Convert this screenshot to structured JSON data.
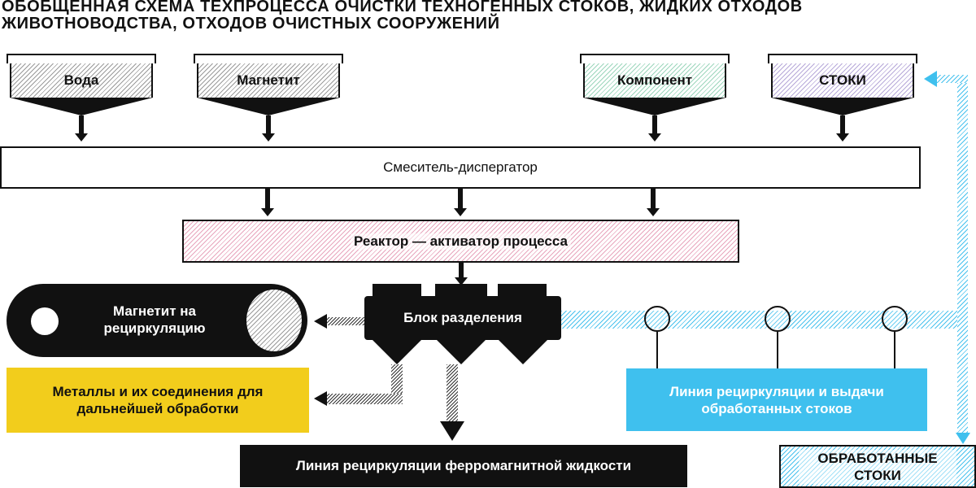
{
  "title": "ОБОБЩЕННАЯ СХЕМА ТЕХПРОЦЕССА ОЧИСТКИ ТЕХНОГЕННЫХ СТОКОВ, ЖИДКИХ ОТХОДОВ ЖИВОТНОВОДСТВА, ОТХОДОВ ОЧИСТНЫХ СООРУЖЕНИЙ",
  "hoppers": [
    {
      "label": "Вода",
      "color": "#9a9a9a"
    },
    {
      "label": "Магнетит",
      "color": "#9a9a9a"
    },
    {
      "label": "Компонент",
      "color": "#9cd6bc"
    },
    {
      "label": "СТОКИ",
      "color": "#b7a9d9"
    }
  ],
  "mixer": "Смеситель-диспергатор",
  "reactor": "Реактор — активатор процесса",
  "separation_block": "Блок разделения",
  "magnetite_recirc": "Магнетит на рециркуляцию",
  "metals": "Металлы и их соединения для дальнейшей обработки",
  "ferro_line": "Линия рециркуляции ферромагнитной жидкости",
  "recirc_output_line": "Линия рециркуляции и выдачи обработанных стоков",
  "treated_outflow": "ОБРАБОТАННЫЕ СТОКИ",
  "colors": {
    "black": "#111111",
    "blue": "#3fc0ee",
    "yellow": "#f2cd1c",
    "pink": "#e8a6bd"
  }
}
